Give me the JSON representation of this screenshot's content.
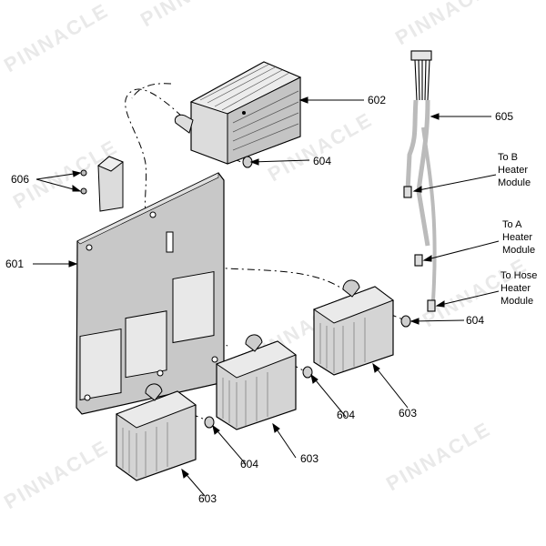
{
  "watermark": {
    "brand": "PINNACLE"
  },
  "parts": {
    "p601": "601",
    "p602": "602",
    "p603": "603",
    "p604": "604",
    "p605": "605",
    "p606": "606"
  },
  "notes": {
    "b_heater": [
      "To B",
      "Heater",
      "Module"
    ],
    "a_heater": [
      "To A",
      "Heater",
      "Module"
    ],
    "hose_heater": [
      "To Hose",
      "Heater",
      "Module"
    ]
  }
}
